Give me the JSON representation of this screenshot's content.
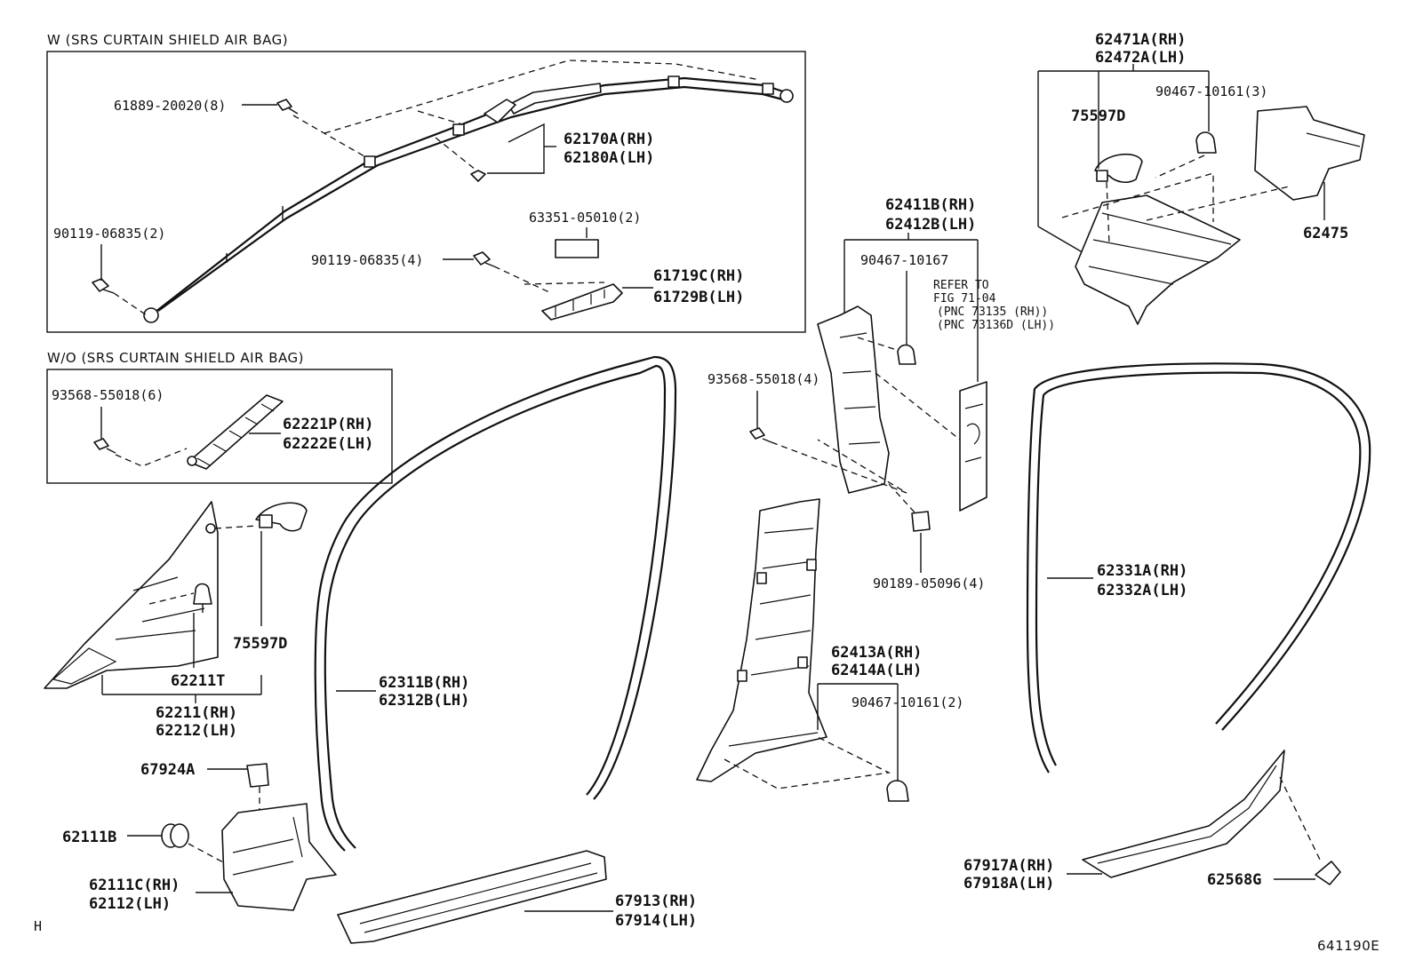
{
  "sections": {
    "with_airbag": "W (SRS CURTAIN SHIELD AIR BAG)",
    "without_airbag": "W/O (SRS CURTAIN SHIELD AIR BAG)"
  },
  "labels": {
    "p61889": "61889-20020(8)",
    "p62170": "62170A(RH)",
    "p62180": "62180A(LH)",
    "p90119a": "90119-06835(2)",
    "p63351": "63351-05010(2)",
    "p90119b": "90119-06835(4)",
    "p61719": "61719C(RH)",
    "p61729": "61729B(LH)",
    "p93568a": "93568-55018(6)",
    "p62221": "62221P(RH)",
    "p62222": "62222E(LH)",
    "p75597a": "75597D",
    "p62211t": "62211T",
    "p62211": "62211(RH)",
    "p62212": "62212(LH)",
    "p67924": "67924A",
    "p62111b": "62111B",
    "p62111c": "62111C(RH)",
    "p62112": "62112(LH)",
    "p62311": "62311B(RH)",
    "p62312": "62312B(LH)",
    "p67913": "67913(RH)",
    "p67914": "67914(LH)",
    "p62411": "62411B(RH)",
    "p62412": "62412B(LH)",
    "p90467a": "90467-10167",
    "ref1": "REFER TO",
    "ref2": "FIG 71-04",
    "ref3": "(PNC 73135  (RH))",
    "ref4": "(PNC 73136D (LH))",
    "p93568b": "93568-55018(4)",
    "p90189": "90189-05096(4)",
    "p62413": "62413A(RH)",
    "p62414": "62414A(LH)",
    "p90467b": "90467-10161(2)",
    "p62471": "62471A(RH)",
    "p62472": "62472A(LH)",
    "p90467c": "90467-10161(3)",
    "p75597b": "75597D",
    "p62475": "62475",
    "p62331": "62331A(RH)",
    "p62332": "62332A(LH)",
    "p67917": "67917A(RH)",
    "p67918": "67918A(LH)",
    "p62568": "62568G"
  },
  "corner_mark": "H",
  "figure_code": "641190E"
}
